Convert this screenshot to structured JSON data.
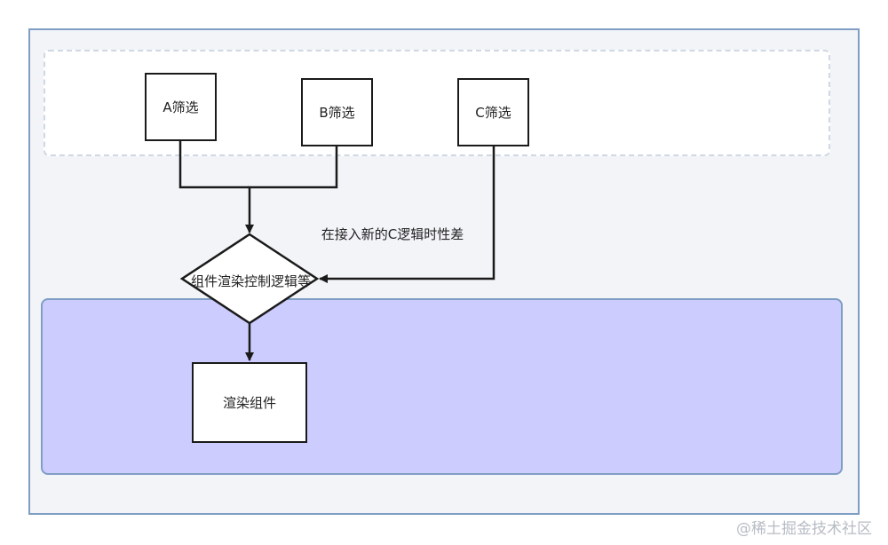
{
  "diagram": {
    "nodes": {
      "filter_a": "A筛选",
      "filter_b": "B筛选",
      "filter_c": "C筛选",
      "control_logic": "组件渲染控制逻辑等",
      "render_component": "渲染组件"
    },
    "edge_label": "在接入新的C逻辑时性差"
  },
  "watermark": "@稀土掘金技术社区",
  "colors": {
    "frame_border": "#7f9ec4",
    "frame_fill": "#f3f4f8",
    "top_lane_fill": "#ffffff",
    "top_lane_border": "#cfd8e3",
    "bottom_lane_fill": "#ccccff",
    "line": "#1a1a1a"
  }
}
